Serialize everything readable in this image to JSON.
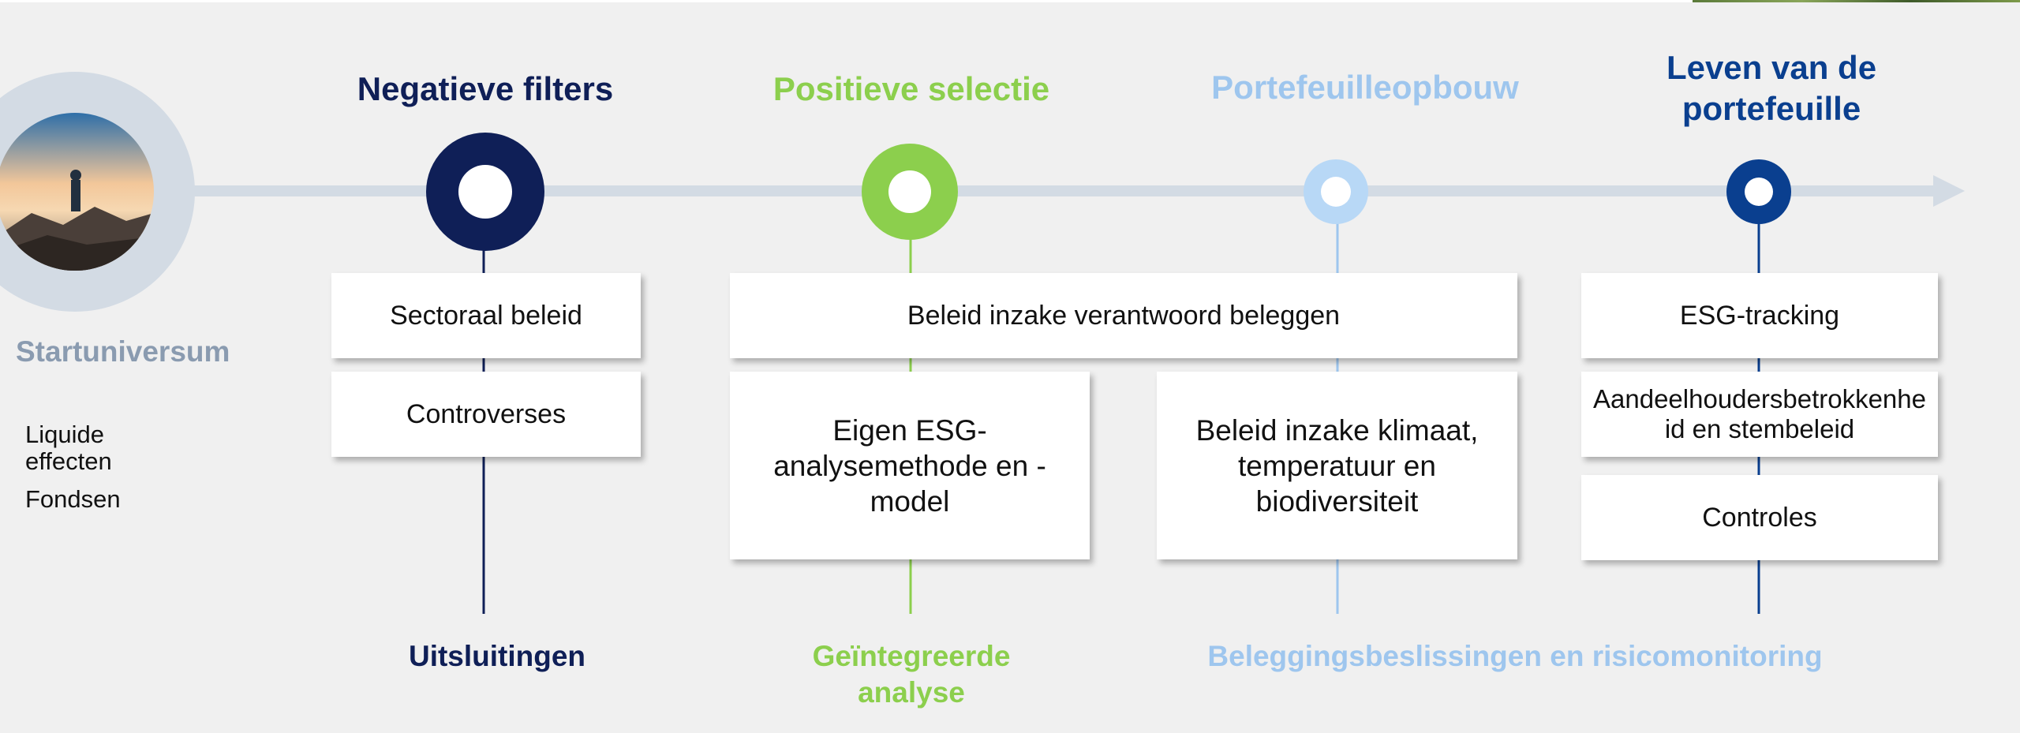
{
  "colors": {
    "navy": "#0f1f57",
    "green": "#8ccf4d",
    "light_blue": "#9ec6ee",
    "blue": "#0a3f8f",
    "grey": "#8a9bb0",
    "track": "#d3dbe4"
  },
  "start": {
    "title": "Startuniversum",
    "items": [
      "Liquide effecten",
      "Fondsen"
    ]
  },
  "stages": [
    {
      "title": "Negatieve filters"
    },
    {
      "title": "Positieve selectie"
    },
    {
      "title": "Portefeuilleopbouw"
    },
    {
      "title": "Leven van de portefeuille"
    }
  ],
  "boxes": {
    "sectoraal": "Sectoraal beleid",
    "controverses": "Controverses",
    "verantwoord": "Beleid inzake verantwoord beleggen",
    "esg_model": "Eigen ESG-analysemethode en -model",
    "klimaat": "Beleid inzake klimaat, temperatuur en biodiversiteit",
    "tracking": "ESG-tracking",
    "aandeelhouders": "Aandeelhoudersbetrokkenheid en stembeleid",
    "controles": "Controles"
  },
  "bottom": {
    "uitsluitingen": "Uitsluitingen",
    "geintegreerde": "Geïntegreerde analyse",
    "beslissingen": "Beleggingsbeslissingen en risicomonitoring"
  }
}
